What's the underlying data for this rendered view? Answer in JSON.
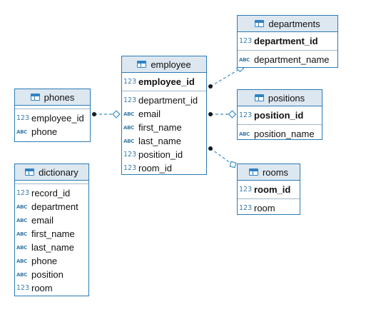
{
  "tables": {
    "employee": {
      "name": "employee",
      "columns": [
        {
          "name": "employee_id",
          "type": "123",
          "pk": true
        },
        {
          "name": "department_id",
          "type": "123"
        },
        {
          "name": "email",
          "type": "ABC"
        },
        {
          "name": "first_name",
          "type": "ABC"
        },
        {
          "name": "last_name",
          "type": "ABC"
        },
        {
          "name": "position_id",
          "type": "123"
        },
        {
          "name": "room_id",
          "type": "123"
        }
      ]
    },
    "departments": {
      "name": "departments",
      "columns": [
        {
          "name": "department_id",
          "type": "123",
          "pk": true
        },
        {
          "name": "department_name",
          "type": "ABC"
        }
      ]
    },
    "positions": {
      "name": "positions",
      "columns": [
        {
          "name": "position_id",
          "type": "123",
          "pk": true
        },
        {
          "name": "position_name",
          "type": "ABC"
        }
      ]
    },
    "rooms": {
      "name": "rooms",
      "columns": [
        {
          "name": "room_id",
          "type": "123",
          "pk": true
        },
        {
          "name": "room",
          "type": "123"
        }
      ]
    },
    "phones": {
      "name": "phones",
      "columns": [
        {
          "name": "employee_id",
          "type": "123"
        },
        {
          "name": "phone",
          "type": "ABC"
        }
      ]
    },
    "dictionary": {
      "name": "dictionary",
      "columns": [
        {
          "name": "record_id",
          "type": "123"
        },
        {
          "name": "department",
          "type": "ABC"
        },
        {
          "name": "email",
          "type": "ABC"
        },
        {
          "name": "first_name",
          "type": "ABC"
        },
        {
          "name": "last_name",
          "type": "ABC"
        },
        {
          "name": "phone",
          "type": "ABC"
        },
        {
          "name": "position",
          "type": "ABC"
        },
        {
          "name": "room",
          "type": "123"
        }
      ]
    }
  },
  "colors": {
    "border": "#2b7bb5",
    "header_bg": "#dde7f0",
    "link": "#3a8fc8"
  }
}
